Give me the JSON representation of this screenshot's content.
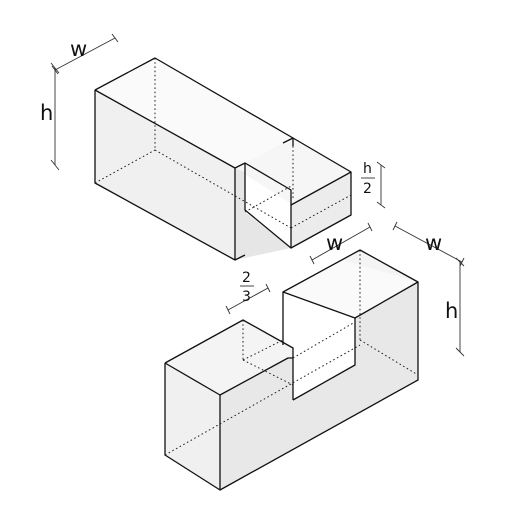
{
  "labels": {
    "w": "w",
    "h": "h",
    "half_num": "h",
    "half_den": "2",
    "third_num": "2",
    "third_den": "3"
  }
}
